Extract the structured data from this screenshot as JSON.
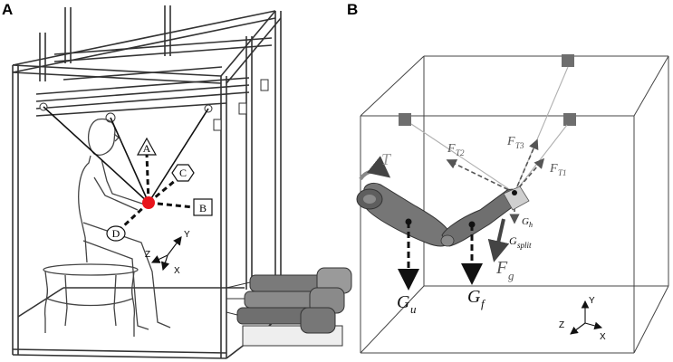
{
  "figure": {
    "panel_a": {
      "letter": "A",
      "callouts": {
        "a": "A",
        "b": "B",
        "c": "C",
        "d": "D"
      },
      "axes": {
        "y": "Y",
        "z": "Z",
        "x": "X"
      }
    },
    "panel_b": {
      "letter": "B",
      "torque": "T",
      "forces": {
        "ft1": {
          "main": "F",
          "sub": "T1"
        },
        "ft2": {
          "main": "F",
          "sub": "T2"
        },
        "ft3": {
          "main": "F",
          "sub": "T3"
        },
        "fg": {
          "main": "F",
          "sub": "g"
        },
        "gh": {
          "main": "G",
          "sub": "h"
        },
        "gsplit": {
          "main": "G",
          "sub": "split"
        },
        "gu": {
          "main": "G",
          "sub": "u"
        },
        "gf": {
          "main": "G",
          "sub": "f"
        }
      },
      "axes": {
        "y": "Y",
        "z": "Z",
        "x": "X"
      }
    },
    "colors": {
      "marker": "#e8141c",
      "arm": "#6f6f6f",
      "cable": "#9a9a9a",
      "motor": "#777777"
    }
  }
}
